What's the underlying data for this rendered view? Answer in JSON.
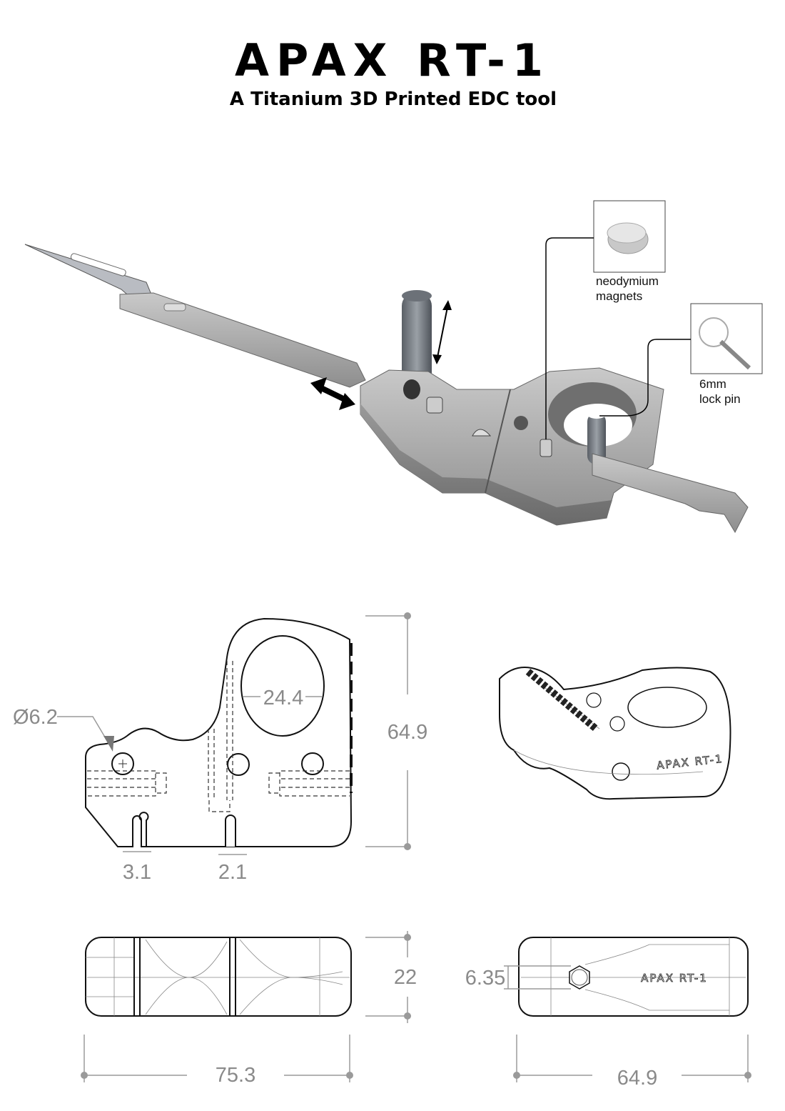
{
  "header": {
    "title": "APAX RT-1",
    "subtitle": "A Titanium 3D Printed EDC tool"
  },
  "callouts": {
    "magnets": {
      "line1": "neodymium",
      "line2": "magnets"
    },
    "lock_pin": {
      "line1": "6mm",
      "line2": "lock pin"
    }
  },
  "dimensions": {
    "hole_diameter": "Ø6.2",
    "oval_width": "24.4",
    "height": "64.9",
    "slot_left": "3.1",
    "slot_right": "2.1",
    "thickness": "22",
    "pin_hole": "6.35",
    "length": "75.3",
    "end_width": "64.9"
  },
  "engraving": "APAX RT-1",
  "colors": {
    "dimension": "#8a8a8a",
    "metal": "#a8a8a8"
  }
}
